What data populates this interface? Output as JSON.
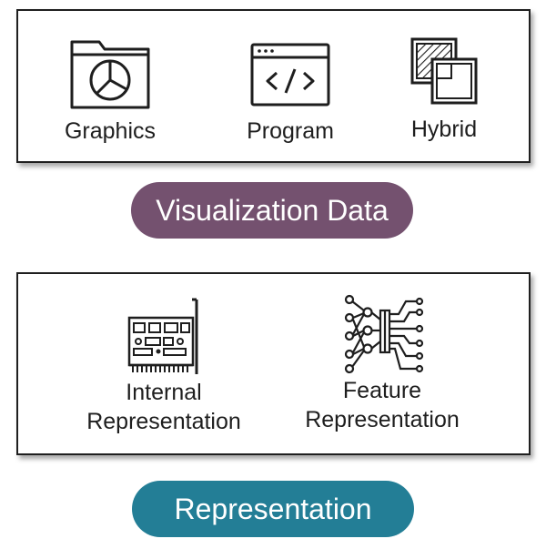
{
  "top_panel": {
    "items": [
      {
        "label": "Graphics",
        "icon": "folder-pie-chart-icon"
      },
      {
        "label": "Program",
        "icon": "code-window-icon"
      },
      {
        "label": "Hybrid",
        "icon": "overlapping-squares-icon"
      }
    ]
  },
  "visualization_badge": {
    "label": "Visualization Data",
    "color": "#74516f"
  },
  "bottom_panel": {
    "items": [
      {
        "label_line1": "Internal",
        "label_line2": "Representation",
        "icon": "circuit-board-card-icon"
      },
      {
        "label_line1": "Feature",
        "label_line2": "Representation",
        "icon": "neural-network-chip-icon"
      }
    ]
  },
  "representation_badge": {
    "label": "Representation",
    "color": "#237e96"
  }
}
